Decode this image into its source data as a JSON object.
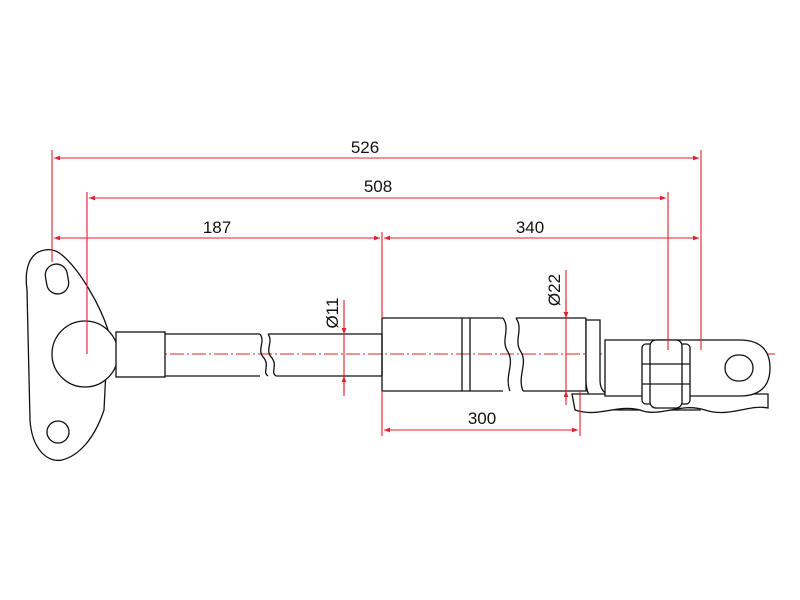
{
  "colors": {
    "dimension": "#e0202a",
    "outline": "#111111",
    "background": "#ffffff"
  },
  "dimensions": {
    "overall_length": "526",
    "center_to_center": "508",
    "rod_section": "187",
    "body_section": "340",
    "body_tube": "300",
    "rod_diameter": "Ø11",
    "body_diameter": "Ø22"
  }
}
